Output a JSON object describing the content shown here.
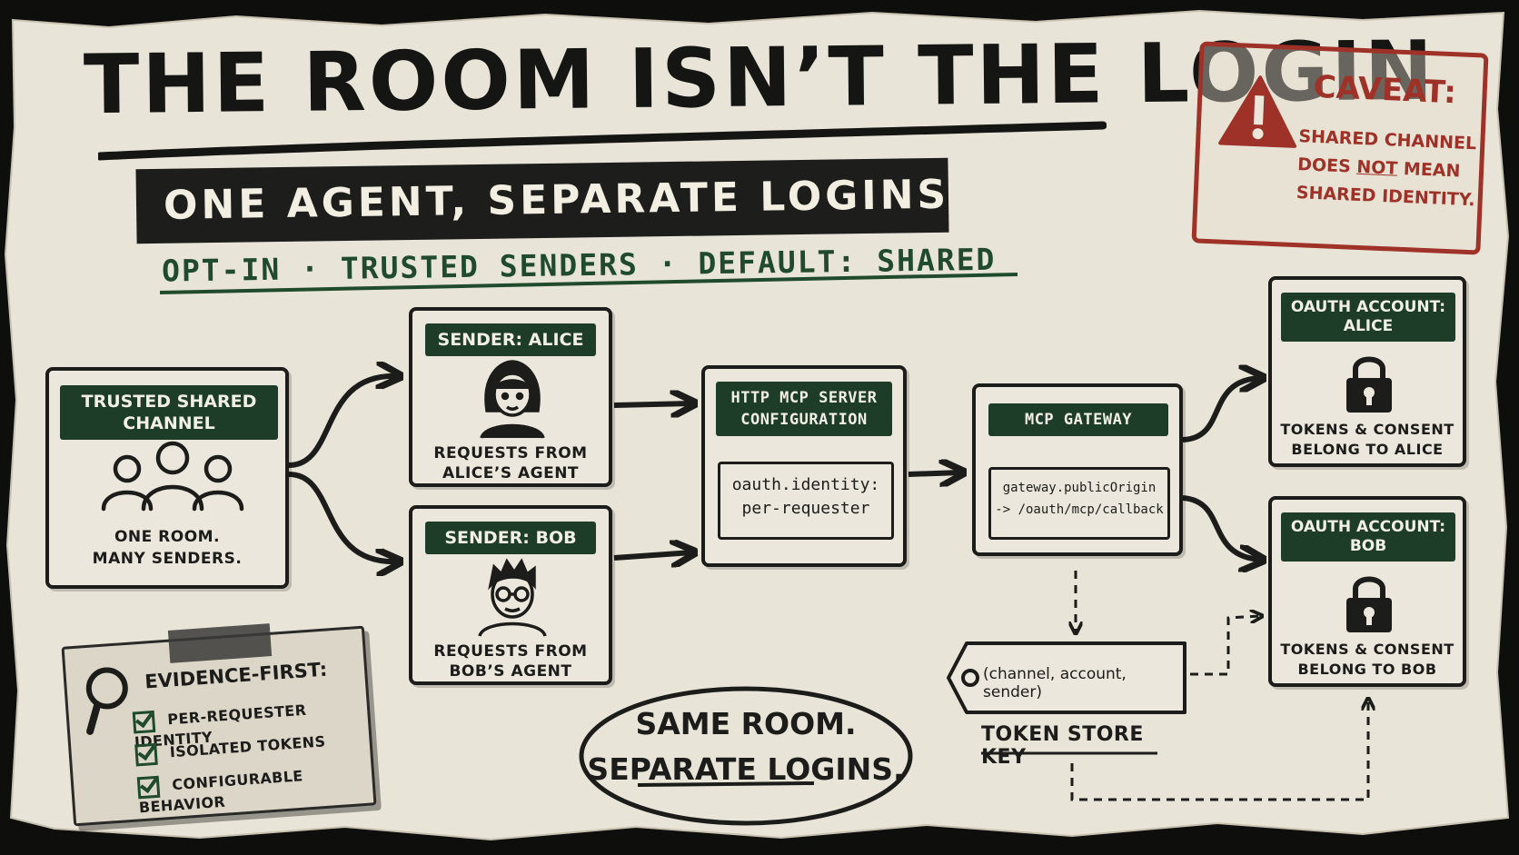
{
  "title": "THE ROOM ISN’T THE LOGIN",
  "subtitle": "ONE AGENT, SEPARATE LOGINS",
  "tagline": "OPT-IN · TRUSTED SENDERS · DEFAULT: SHARED",
  "caveat": {
    "title": "CAVEAT:",
    "line1": "SHARED CHANNEL",
    "line2_pre": "DOES ",
    "line2_emph": "NOT",
    "line2_post": " MEAN",
    "line3": "SHARED IDENTITY."
  },
  "channel": {
    "tag": "TRUSTED SHARED CHANNEL",
    "caption_1": "ONE ROOM.",
    "caption_2": "MANY SENDERS."
  },
  "alice": {
    "tag": "SENDER: ALICE",
    "caption_1": "REQUESTS FROM",
    "caption_2": "ALICE’S AGENT"
  },
  "bob": {
    "tag": "SENDER: BOB",
    "caption_1": "REQUESTS FROM",
    "caption_2": "BOB’S AGENT"
  },
  "server": {
    "tag_1": "HTTP MCP SERVER",
    "tag_2": "CONFIGURATION",
    "code_1": "oauth.identity:",
    "code_2": "per-requester"
  },
  "gateway": {
    "tag": "MCP GATEWAY",
    "code_1": "gateway.publicOrigin",
    "code_2": "-> /oauth/mcp/callback"
  },
  "oauth_alice": {
    "tag_1": "OAUTH ACCOUNT:",
    "tag_2": "ALICE",
    "caption_1": "TOKENS & CONSENT",
    "caption_2": "BELONG TO ALICE"
  },
  "oauth_bob": {
    "tag_1": "OAUTH ACCOUNT:",
    "tag_2": "BOB",
    "caption_1": "TOKENS & CONSENT",
    "caption_2": "BELONG TO BOB"
  },
  "token_store": {
    "key_text": "(channel, account, sender)",
    "label": "TOKEN STORE KEY"
  },
  "motto": {
    "line1": "SAME ROOM.",
    "line2": "SEPARATE LOGINS."
  },
  "evidence": {
    "title": "EVIDENCE-FIRST:",
    "items": [
      "PER-REQUESTER IDENTITY",
      "ISOLATED TOKENS",
      "CONFIGURABLE BEHAVIOR"
    ]
  },
  "colors": {
    "ink": "#1c1c1a",
    "paper": "#ebe6da",
    "green": "#1d3d28",
    "caveat_red": "#9f3228"
  }
}
